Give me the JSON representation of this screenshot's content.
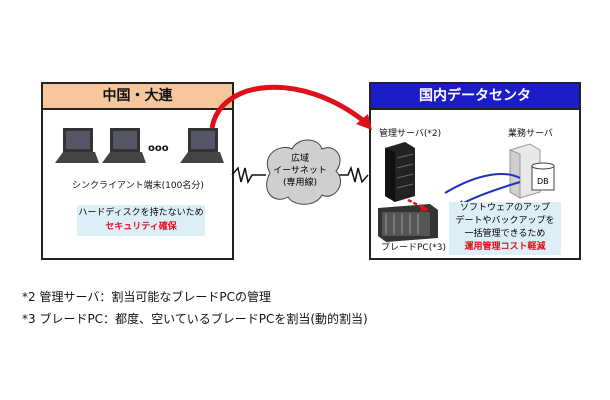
{
  "left_panel": {
    "title": "中国・大連",
    "terminal_label": "シンクライアント端末(100名分)",
    "ellipsis": "ooo",
    "benefit_line1": "ハードディスクを持たないため",
    "benefit_line2": "セキュリティ確保"
  },
  "network": {
    "line1": "広域",
    "line2": "イーサネット",
    "line3": "(専用線)"
  },
  "right_panel": {
    "title": "国内データセンタ",
    "mgmt_server": "管理サーバ(*2)",
    "business_server": "業務サーバ",
    "db_label": "DB",
    "blade_pc": "ブレードPC(*3)",
    "benefit_line1": "ソフトウェアのアップ",
    "benefit_line2": "デートやバックアップを",
    "benefit_line3": "一括管理できるため",
    "benefit_line4": "運用管理コスト軽減"
  },
  "notes": [
    "*2 管理サーバ：割当可能なブレードPCの管理",
    "*3 ブレードPC：都度、空いているブレードPCを割当(動的割当)"
  ],
  "colors": {
    "left_header": "#f6c79c",
    "right_header": "#1c1cc8",
    "accent_red": "#e0101a",
    "info_bg": "#dceef6"
  }
}
